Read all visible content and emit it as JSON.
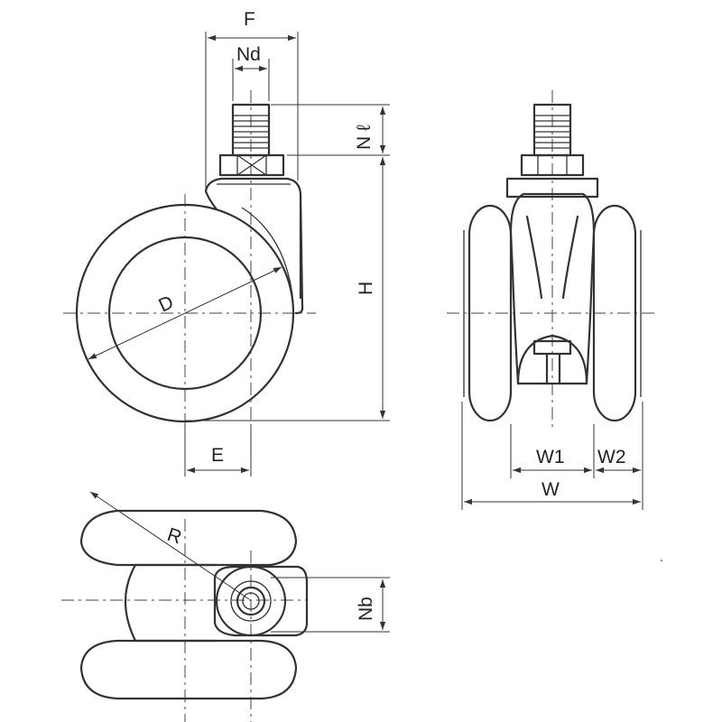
{
  "labels": {
    "F": "F",
    "Nd": "Nd",
    "Nl": "N ℓ",
    "H": "H",
    "D": "D",
    "E": "E",
    "W1": "W1",
    "W2": "W2",
    "W": "W",
    "R": "R",
    "Nb": "Nb"
  }
}
